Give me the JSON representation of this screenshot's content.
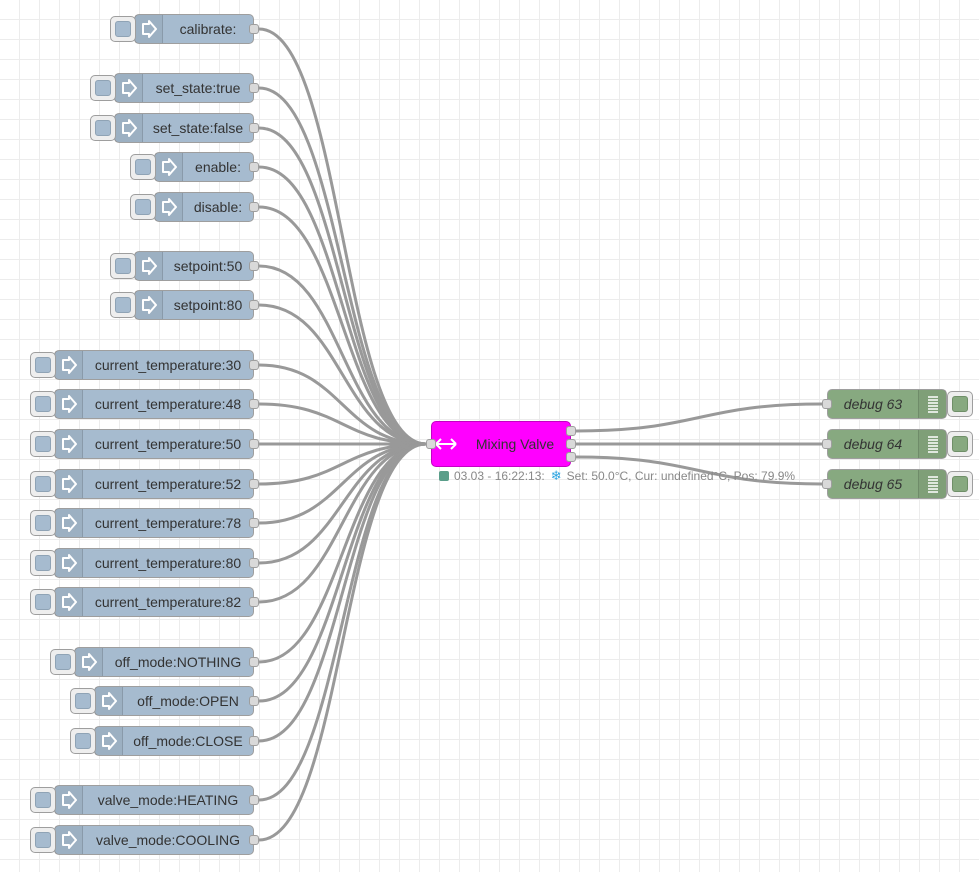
{
  "inject_nodes": [
    {
      "label": "calibrate:"
    },
    {
      "label": "set_state:true"
    },
    {
      "label": "set_state:false"
    },
    {
      "label": "enable:"
    },
    {
      "label": "disable:"
    },
    {
      "label": "setpoint:50"
    },
    {
      "label": "setpoint:80"
    },
    {
      "label": "current_temperature:30"
    },
    {
      "label": "current_temperature:48"
    },
    {
      "label": "current_temperature:50"
    },
    {
      "label": "current_temperature:52"
    },
    {
      "label": "current_temperature:78"
    },
    {
      "label": "current_temperature:80"
    },
    {
      "label": "current_temperature:82"
    },
    {
      "label": "off_mode:NOTHING"
    },
    {
      "label": "off_mode:OPEN"
    },
    {
      "label": "off_mode:CLOSE"
    },
    {
      "label": "valve_mode:HEATING"
    },
    {
      "label": "valve_mode:COOLING"
    }
  ],
  "mixing_valve": {
    "label": "Mixing Valve",
    "color": "#ff00ff",
    "status_timestamp": "03.03 - 16:22:13:",
    "status_icon": "snowflake-icon",
    "status_text": "Set: 50.0°C, Cur: undefined°C, Pos: 79.9%"
  },
  "debug_nodes": [
    {
      "label": "debug 63"
    },
    {
      "label": "debug 64"
    },
    {
      "label": "debug 65"
    }
  ],
  "colors": {
    "inject": "#a6bbcf",
    "debug": "#87a980",
    "wire": "#999999"
  }
}
